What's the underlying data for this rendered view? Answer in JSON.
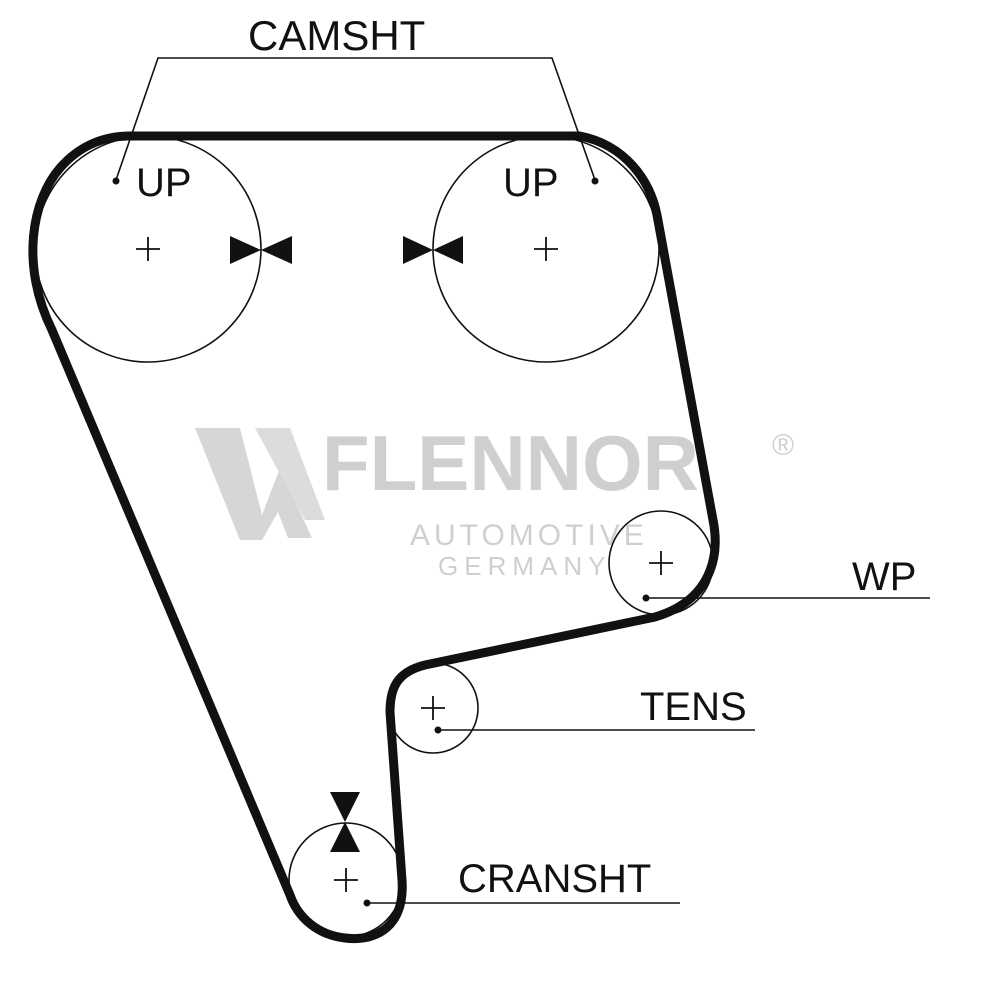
{
  "labels": {
    "camshaft": "CAMSHT",
    "camshaft_left_up": "UP",
    "camshaft_right_up": "UP",
    "water_pump": "WP",
    "tensioner": "TENS",
    "crankshaft": "CRANSHT"
  },
  "watermark": {
    "brand": "FLENNOR",
    "registered": "®",
    "line1": "AUTOMOTIVE",
    "line2": "GERMANY"
  },
  "colors": {
    "ink": "#111111",
    "watermark": "#cfcfcf",
    "background": "#ffffff"
  }
}
